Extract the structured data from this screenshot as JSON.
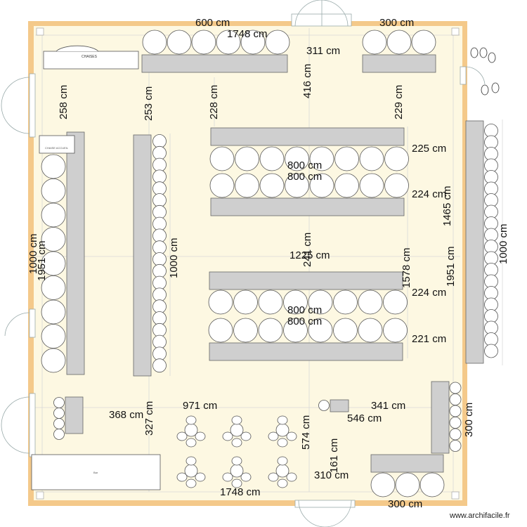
{
  "furniture_labels": {
    "chairs_box": "CHAISES",
    "reception_box": "CHAISE ACCUEIL",
    "bar": "Bar"
  },
  "watermark": "www.archifacile.fr",
  "dimensions": [
    {
      "text": "600 cm"
    },
    {
      "text": "1748 cm"
    },
    {
      "text": "300 cm"
    },
    {
      "text": "311 cm"
    },
    {
      "text": "258 cm"
    },
    {
      "text": "253 cm"
    },
    {
      "text": "228 cm"
    },
    {
      "text": "416 cm"
    },
    {
      "text": "229 cm"
    },
    {
      "text": "225 cm"
    },
    {
      "text": "800 cm"
    },
    {
      "text": "800 cm"
    },
    {
      "text": "224 cm"
    },
    {
      "text": "1465 cm"
    },
    {
      "text": "1000 cm"
    },
    {
      "text": "1951 cm"
    },
    {
      "text": "1000 cm"
    },
    {
      "text": "241 cm"
    },
    {
      "text": "1225 cm"
    },
    {
      "text": "1578 cm"
    },
    {
      "text": "1951 cm"
    },
    {
      "text": "1000 cm"
    },
    {
      "text": "224 cm"
    },
    {
      "text": "800 cm"
    },
    {
      "text": "800 cm"
    },
    {
      "text": "221 cm"
    },
    {
      "text": "971 cm"
    },
    {
      "text": "368 cm"
    },
    {
      "text": "327 cm"
    },
    {
      "text": "341 cm"
    },
    {
      "text": "546 cm"
    },
    {
      "text": "300 cm"
    },
    {
      "text": "574 cm"
    },
    {
      "text": "161 cm"
    },
    {
      "text": "310 cm"
    },
    {
      "text": "1748 cm"
    },
    {
      "text": "300 cm"
    }
  ],
  "colors": {
    "floor": "#fdf8e2",
    "wall": "#f4c98a",
    "table": "#cfcfcf",
    "table_stroke": "#666666",
    "chair_stroke": "#555555",
    "guide": "#d9d9d9"
  }
}
